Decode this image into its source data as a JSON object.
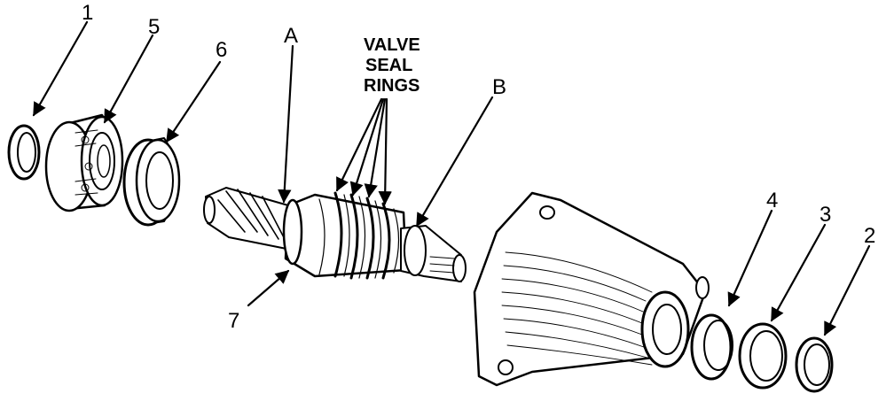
{
  "labels": {
    "n1": "1",
    "n2": "2",
    "n3": "3",
    "n4": "4",
    "n5": "5",
    "n6": "6",
    "n7": "7",
    "a": "A",
    "b": "B",
    "valve_line1": "VALVE",
    "valve_line2": "SEAL",
    "valve_line3": "RINGS"
  }
}
